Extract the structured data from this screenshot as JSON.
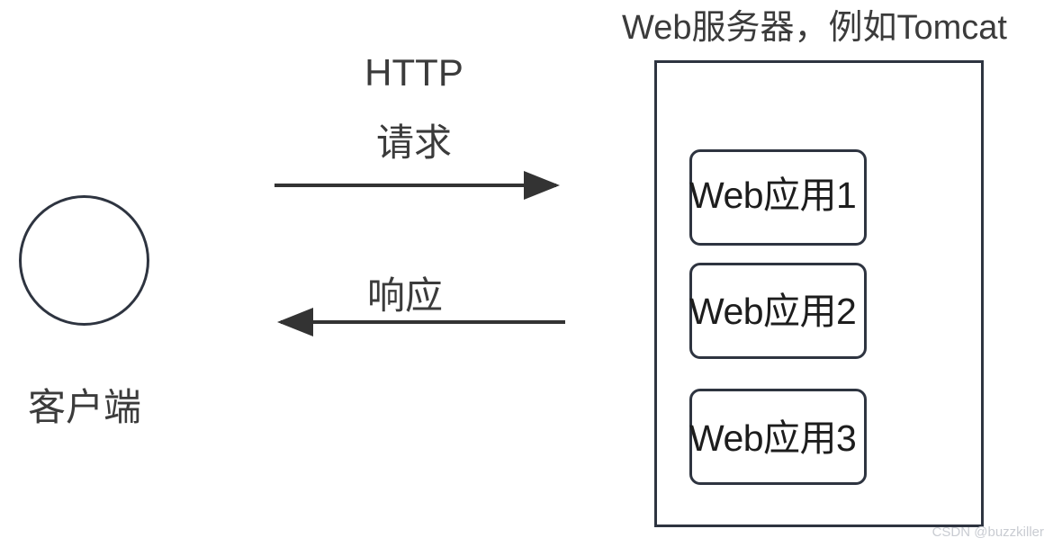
{
  "diagram": {
    "client": {
      "shape_name": "client-circle",
      "label": "客户端"
    },
    "flows": [
      {
        "id": "request",
        "protocol_label": "HTTP",
        "action_label": "请求",
        "direction": "right"
      },
      {
        "id": "response",
        "action_label": "响应",
        "direction": "left"
      }
    ],
    "server": {
      "title": "Web服务器，例如Tomcat",
      "applications": [
        {
          "label": "Web应用1"
        },
        {
          "label": "Web应用2"
        },
        {
          "label": "Web应用3"
        }
      ]
    },
    "watermark": "CSDN @buzzkiller",
    "colors": {
      "stroke": "#2e3440",
      "text": "#3b3b3b",
      "arrow": "#333333",
      "background": "#ffffff",
      "watermark": "#c9ccd2"
    }
  }
}
